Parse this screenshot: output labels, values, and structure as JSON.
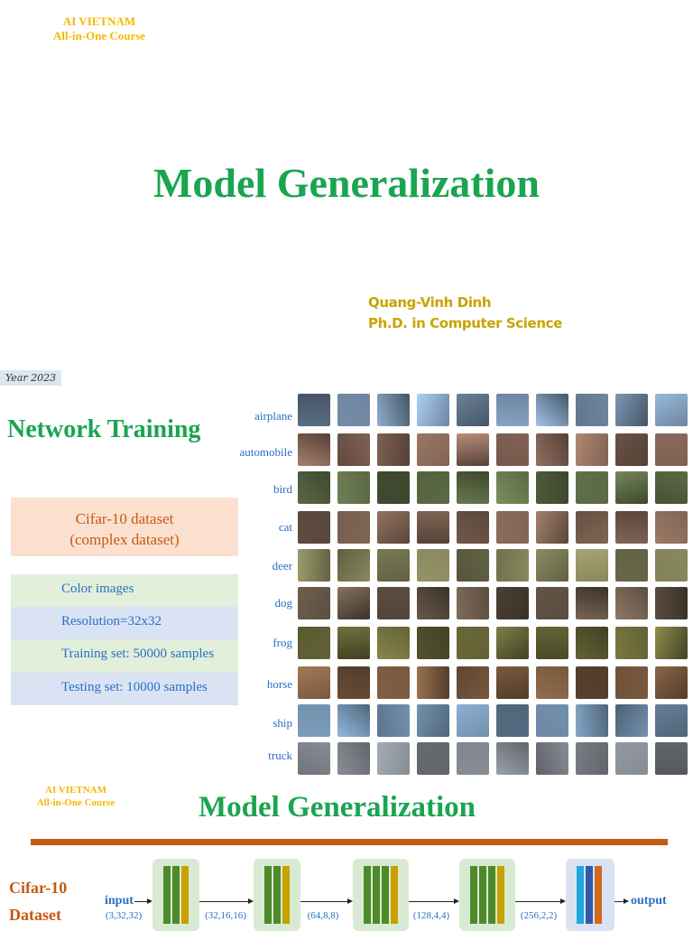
{
  "slide1": {
    "brand_line1": "AI VIETNAM",
    "brand_line2": "All-in-One Course",
    "title": "Model Generalization",
    "author_name": "Quang-Vinh Dinh",
    "author_degree": "Ph.D. in Computer Science",
    "year_tag": "Year 2023"
  },
  "slide2": {
    "title": "Network Training",
    "dataset_box": {
      "line1": "Cifar-10 dataset",
      "line2": "(complex dataset)"
    },
    "properties": [
      "Color images",
      "Resolution=32x32",
      "Training set: 50000 samples",
      "Testing set: 10000 samples"
    ],
    "classes": [
      "airplane",
      "automobile",
      "bird",
      "cat",
      "deer",
      "dog",
      "frog",
      "horse",
      "ship",
      "truck"
    ],
    "class_colors": [
      "#7f9ab8",
      "#8a6a5a",
      "#5c6a45",
      "#7a6050",
      "#7b7a55",
      "#6a5a4a",
      "#6b6a3a",
      "#7a5a40",
      "#6d8aa6",
      "#7a7f86"
    ]
  },
  "slide3": {
    "brand_line1": "AI VIETNAM",
    "brand_line2": "All-in-One Course",
    "title": "Model Generalization",
    "dataset_label_line1": "Cifar-10",
    "dataset_label_line2": "Dataset",
    "input_label": "input",
    "output_label": "output",
    "dims": [
      "(3,32,32)",
      "(32,16,16)",
      "(64,8,8)",
      "(128,4,4)",
      "(256,2,2)"
    ],
    "colors": {
      "accent_rule": "#c55a11",
      "block_bg": "#d9ead3",
      "dense_bg": "#dae3f3",
      "conv_dark": "#4e8a2a",
      "conv_gold": "#c9a000",
      "dense_blue": "#1fa8e0",
      "dense_navy": "#2e5aa8",
      "dense_orange": "#d2691e"
    }
  }
}
